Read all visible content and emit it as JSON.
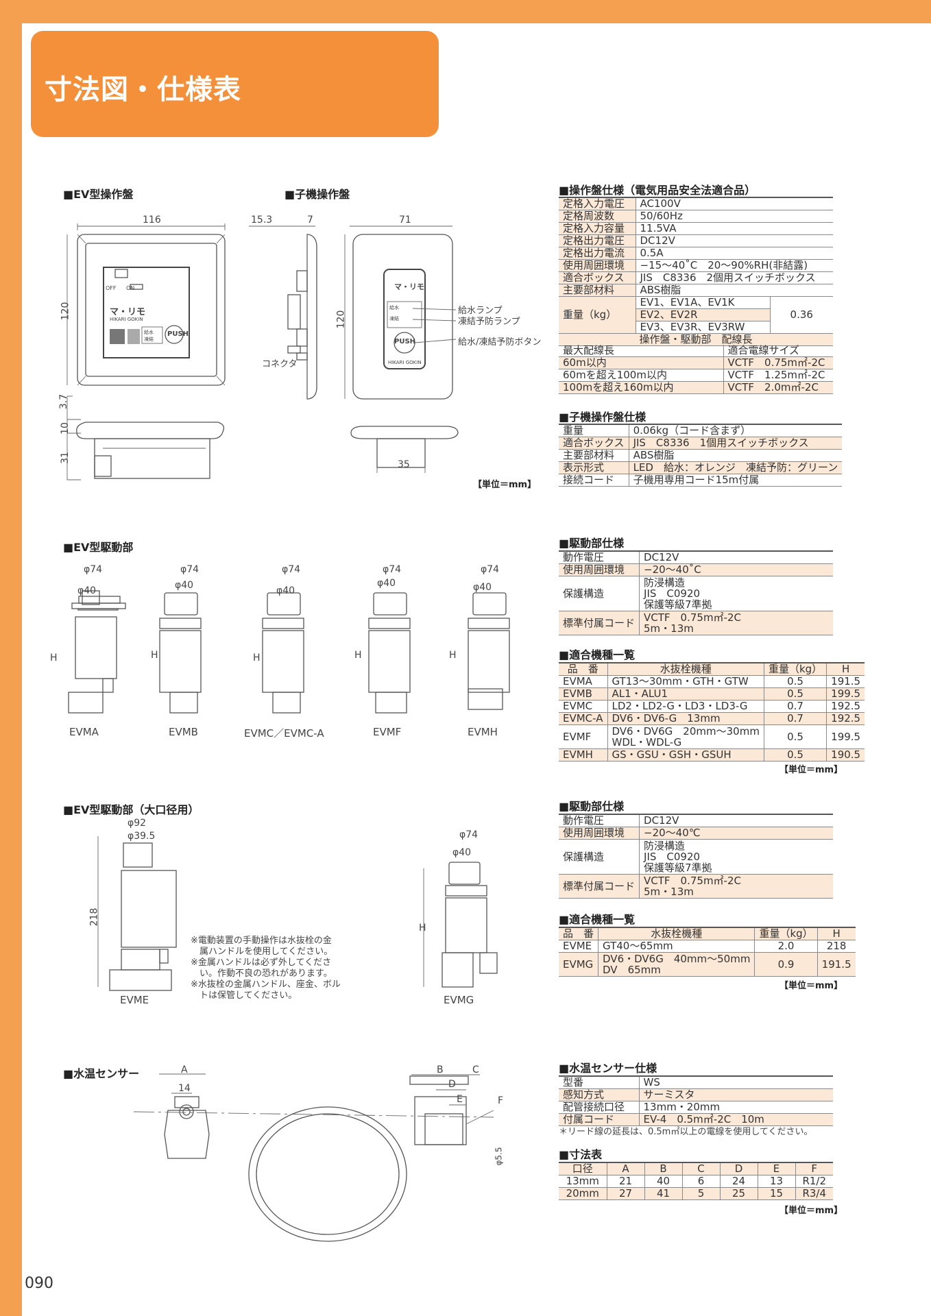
{
  "page": {
    "title": "寸法図・仕様表",
    "page_number": "090",
    "unit_label": "【単位＝mm】"
  },
  "ev_panel": {
    "heading": "■EV型操作盤",
    "dims": {
      "w": "116",
      "h": "120",
      "d1": "3.7",
      "d2": "10",
      "d3": "31"
    },
    "device": {
      "toggle_off": "OFF",
      "toggle_on": "ON",
      "brand": "マ・リモ",
      "maker": "HIKARI GOKIN",
      "ind1": "給水",
      "ind2": "凍結",
      "push": "PUSH"
    }
  },
  "sub_panel": {
    "heading": "■子機操作盤",
    "dims": {
      "d1": "15.3",
      "d2": "7",
      "w": "71",
      "h": "120",
      "d3": "35"
    },
    "labels": {
      "connector": "コネクタ",
      "lamp1": "給水ランプ",
      "lamp2": "凍結予防ランプ",
      "button": "給水/凍結予防ボタン"
    },
    "device": {
      "brand": "マ・リモ",
      "maker": "HIKARI GOKIN",
      "ind1": "給水",
      "ind2": "凍結",
      "push": "PUSH"
    }
  },
  "panel_spec": {
    "heading": "■操作盤仕様（電気用品安全法適合品）",
    "rows": [
      {
        "k": "定格入力電圧",
        "v": "AC100V"
      },
      {
        "k": "定格周波数",
        "v": "50/60Hz"
      },
      {
        "k": "定格入力容量",
        "v": "11.5VA"
      },
      {
        "k": "定格出力電圧",
        "v": "DC12V"
      },
      {
        "k": "定格出力電流",
        "v": "0.5A"
      },
      {
        "k": "使用周囲環境",
        "v": "−15〜40˚C　20〜90%RH(非結露)"
      },
      {
        "k": "適合ボックス",
        "v": "JIS　C8336　2個用スイッチボックス"
      },
      {
        "k": "主要部材料",
        "v": "ABS樹脂"
      }
    ],
    "weight_label": "重量（kg）",
    "weight_models": [
      "EV1、EV1A、EV1K",
      "EV2、EV2R",
      "EV3、EV3R、EV3RW"
    ],
    "weight_value": "0.36",
    "cable_header": "操作盤・駆動部　配線長",
    "cable_cols": [
      "最大配線長",
      "適合電線サイズ"
    ],
    "cable_rows": [
      {
        "len": "60m以内",
        "size": "VCTF　0.75m㎡-2C"
      },
      {
        "len": "60mを超え100m以内",
        "size": "VCTF　1.25m㎡-2C"
      },
      {
        "len": "100mを超え160m以内",
        "size": "VCTF　2.0m㎡-2C"
      }
    ]
  },
  "sub_spec": {
    "heading": "■子機操作盤仕様",
    "rows": [
      {
        "k": "重量",
        "v": "0.06kg（コード含まず）"
      },
      {
        "k": "適合ボックス",
        "v": "JIS　C8336　1個用スイッチボックス"
      },
      {
        "k": "主要部材料",
        "v": "ABS樹脂"
      },
      {
        "k": "表示形式",
        "v": "LED　給水：オレンジ　凍結予防：グリーン"
      },
      {
        "k": "接続コード",
        "v": "子機用専用コード15m付属"
      }
    ]
  },
  "drive": {
    "heading": "■EV型駆動部",
    "dia_outer": "φ74",
    "dia_inner": "φ40",
    "h_label": "H",
    "models": [
      "EVMA",
      "EVMB",
      "EVMC／EVMC-A",
      "EVMF",
      "EVMH"
    ]
  },
  "drive_spec": {
    "heading": "■駆動部仕様",
    "rows": [
      {
        "k": "動作電圧",
        "v": "DC12V"
      },
      {
        "k": "使用周囲環境",
        "v": "−20〜40˚C"
      }
    ],
    "protect_k": "保護構造",
    "protect_v": [
      "防浸構造",
      "JIS　C0920",
      "保護等級7準拠"
    ],
    "cord_k": "標準付属コード",
    "cord_v": [
      "VCTF　0.75m㎡-2C",
      "5m・13m"
    ]
  },
  "models_table": {
    "heading": "■適合機種一覧",
    "cols": [
      "品　番",
      "水抜栓機種",
      "重量（kg）",
      "H"
    ],
    "rows": [
      {
        "id": "EVMA",
        "m": "GT13〜30mm・GTH・GTW",
        "w": "0.5",
        "h": "191.5"
      },
      {
        "id": "EVMB",
        "m": "AL1・ALU1",
        "w": "0.5",
        "h": "199.5"
      },
      {
        "id": "EVMC",
        "m": "LD2・LD2-G・LD3・LD3-G",
        "w": "0.7",
        "h": "192.5"
      },
      {
        "id": "EVMC-A",
        "m": "DV6・DV6-G　13mm",
        "w": "0.7",
        "h": "192.5"
      },
      {
        "id": "EVMF",
        "m": "DV6・DV6G　20mm〜30mm",
        "m2": "WDL・WDL-G",
        "w": "0.5",
        "h": "199.5"
      },
      {
        "id": "EVMH",
        "m": "GS・GSU・GSH・GSUH",
        "w": "0.5",
        "h": "190.5"
      }
    ]
  },
  "drive_large": {
    "heading": "■EV型駆動部（大口径用）",
    "dia_a": "φ92",
    "dia_b": "φ39.5",
    "h_value": "218",
    "dia_c": "φ74",
    "dia_d": "φ40",
    "h_label": "H",
    "models": [
      "EVME",
      "EVMG"
    ],
    "notes": [
      "※電動装置の手動操作は水抜栓の金",
      "　属ハンドルを使用してください。",
      "※金属ハンドルは必ず外してくださ",
      "　い。作動不良の恐れがあります。",
      "※水抜栓の金属ハンドル、座金、ボル",
      "　トは保管してください。"
    ]
  },
  "drive_spec2": {
    "heading": "■駆動部仕様",
    "rows": [
      {
        "k": "動作電圧",
        "v": "DC12V"
      },
      {
        "k": "使用周囲環境",
        "v": "−20〜40℃"
      }
    ],
    "protect_k": "保護構造",
    "protect_v": [
      "防浸構造",
      "JIS　C0920",
      "保護等級7準拠"
    ],
    "cord_k": "標準付属コード",
    "cord_v": [
      "VCTF　0.75m㎡-2C",
      "5m・13m"
    ]
  },
  "models_table2": {
    "heading": "■適合機種一覧",
    "cols": [
      "品　番",
      "水抜栓機種",
      "重量（kg）",
      "H"
    ],
    "rows": [
      {
        "id": "EVME",
        "m": "GT40〜65mm",
        "w": "2.0",
        "h": "218"
      },
      {
        "id": "EVMG",
        "m": "DV6・DV6G　40mm〜50mm",
        "m2": "DV　65mm",
        "w": "0.9",
        "h": "191.5"
      }
    ]
  },
  "sensor": {
    "heading": "■水温センサー",
    "dims": {
      "a": "A",
      "a14": "14",
      "b": "B",
      "c": "C",
      "d": "D",
      "e": "E",
      "f": "F",
      "phi": "φ5.5"
    }
  },
  "sensor_spec": {
    "heading": "■水温センサー仕様",
    "rows": [
      {
        "k": "型番",
        "v": "WS"
      },
      {
        "k": "感知方式",
        "v": "サーミスタ"
      },
      {
        "k": "配管接続口径",
        "v": "13mm・20mm"
      },
      {
        "k": "付属コード",
        "v": "EV-4　0.5m㎡-2C　10m"
      }
    ],
    "note": "＊リード線の延長は、0.5m㎡以上の電線を使用してください。"
  },
  "dim_table": {
    "heading": "■寸法表",
    "cols": [
      "口径",
      "A",
      "B",
      "C",
      "D",
      "E",
      "F"
    ],
    "rows": [
      [
        "13mm",
        "21",
        "40",
        "6",
        "24",
        "13",
        "R1/2"
      ],
      [
        "20mm",
        "27",
        "41",
        "5",
        "25",
        "15",
        "R3/4"
      ]
    ]
  }
}
